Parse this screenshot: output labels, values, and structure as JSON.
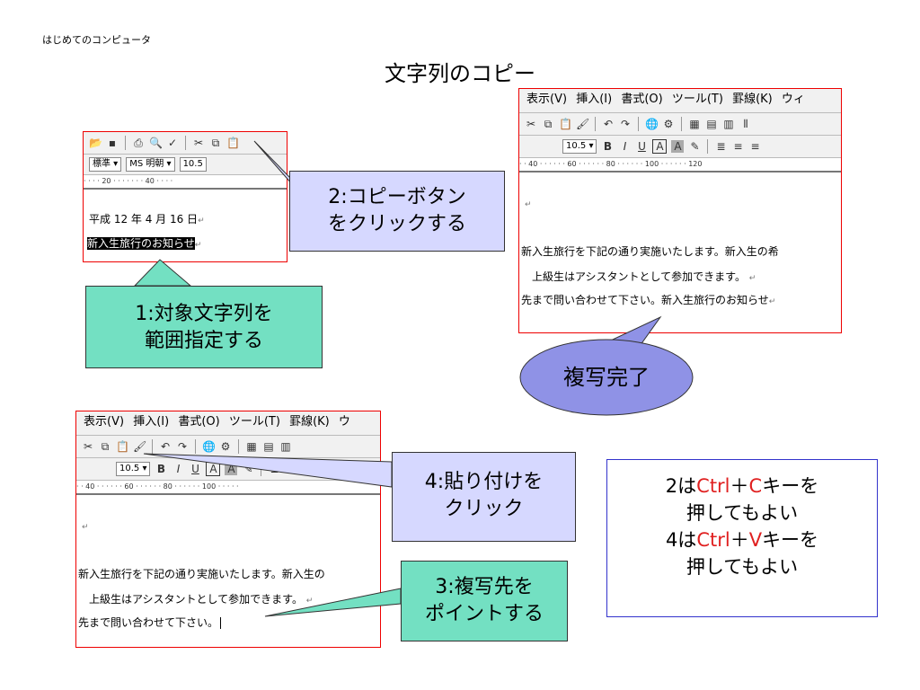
{
  "header": {
    "text": "はじめてのコンピュータ"
  },
  "title": "文字列のコピー",
  "screenshot_a": {
    "toolbar_icons": [
      "folder-open-icon",
      "save-icon",
      "print-icon",
      "print-preview-icon",
      "spellcheck-icon",
      "cut-icon",
      "copy-icon",
      "paste-icon"
    ],
    "style_value": "標準",
    "font_value": "MS 明朝",
    "size_value": "10.5",
    "ruler": "· · · · 20 · · · · · · · 40 · · · ·",
    "date_line": "平成 12 年 4 月 16 日",
    "selected_text": "新入生旅行のお知らせ",
    "return_mark": "↵"
  },
  "screenshot_b": {
    "menu": [
      "表示(V)",
      "挿入(I)",
      "書式(O)",
      "ツール(T)",
      "罫線(K)",
      "ウィ"
    ],
    "size_value": "10.5",
    "ruler": "· · 40 · · · · · · 60 · · · · · · 80 · · · · · · 100 · · · · · · 120",
    "line1": "新入生旅行を下記の通り実施いたします。新入生の希",
    "line2": "上級生はアシスタントとして参加できます。",
    "line3": "先まで問い合わせて下さい。新入生旅行のお知らせ",
    "return_mark": "↵"
  },
  "screenshot_c": {
    "menu": [
      "表示(V)",
      "挿入(I)",
      "書式(O)",
      "ツール(T)",
      "罫線(K)",
      "ウ"
    ],
    "size_value": "10.5",
    "ruler": "· · 40 · · · · · · 60 · · · · · · 80 · · · · · · 100 · · · · ·",
    "line1": "新入生旅行を下記の通り実施いたします。新入生の",
    "line2": "上級生はアシスタントとして参加できます。",
    "line3": "先まで問い合わせて下さい。",
    "return_mark": "↵"
  },
  "callouts": {
    "step1_line1": "1:対象文字列を",
    "step1_line2": "範囲指定する",
    "step2_line1": "2:コピーボタン",
    "step2_line2": "をクリックする",
    "done": "複写完了",
    "step4_line1": "4:貼り付けを",
    "step4_line2": "クリック",
    "step3_line1": "3:複写先を",
    "step3_line2": "ポイントする"
  },
  "note": {
    "l1_pre": "2は",
    "l1_key1": "Ctrl",
    "l1_plus": "＋",
    "l1_key2": "C",
    "l1_post": "キーを",
    "l2": "押してもよい",
    "l3_pre": "4は",
    "l3_key1": "Ctrl",
    "l3_plus": "＋",
    "l3_key2": "V",
    "l3_post": "キーを",
    "l4": "押してもよい"
  },
  "colors": {
    "callout_green": "#73e0c2",
    "callout_lavender": "#d6d8ff",
    "ellipse": "#8f92e6",
    "accent_red": "#e02020",
    "frame_red": "#e00000"
  }
}
